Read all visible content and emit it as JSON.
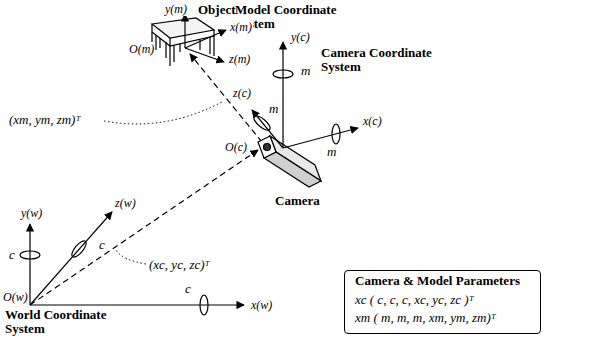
{
  "diagram": {
    "nodes": [
      {
        "text": [
          "Camera & Model Parameters",
          "xc ( c, c, c, xc, yc, zc )ᵀ",
          "xm ( m, m, m, xm, ym, zm)ᵀ"
        ]
      }
    ],
    "edges": [],
    "labels": [
      "y(m)",
      "Object",
      "Model Coordinate System",
      "x(m)",
      "O(m)",
      "z(m)",
      "y(c)",
      "Camera Coordinate System",
      "(xm, ym, zm)ᵀ",
      "z(c)",
      "m",
      "m",
      "x(c)",
      "m",
      "O(c)",
      "Camera",
      "y(w)",
      "c",
      "z(w)",
      "c",
      "(xc, yc, zc)ᵀ",
      "O(w)",
      "World Coordinate System",
      "x(w)",
      "c"
    ]
  }
}
